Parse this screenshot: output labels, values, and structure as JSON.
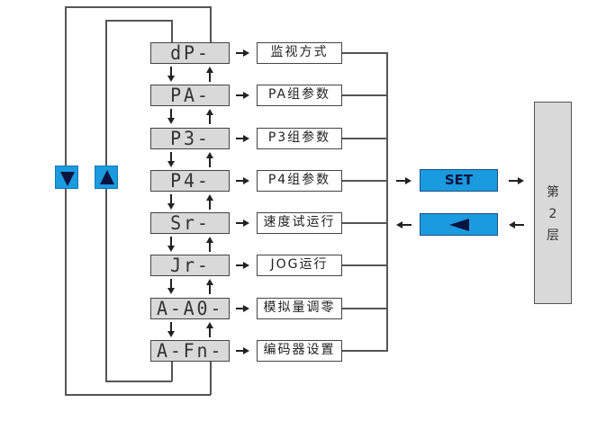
{
  "menu": [
    {
      "display": "dP-",
      "label": "监视方式"
    },
    {
      "display": "PA-",
      "label": "PA组参数"
    },
    {
      "display": "P3-",
      "label": "P3组参数"
    },
    {
      "display": "P4-",
      "label": "P4组参数"
    },
    {
      "display": "Sr-",
      "label": "速度试运行"
    },
    {
      "display": "Jr-",
      "label": "JOG运行"
    },
    {
      "display": "A-A0-",
      "label": "模拟量调零"
    },
    {
      "display": "A-Fn-",
      "label": "编码器设置"
    }
  ],
  "nav": {
    "down_icon": "triangle-down-icon",
    "up_icon": "triangle-up-icon"
  },
  "buttons": {
    "set_label": "SET",
    "back_icon": "triangle-left-icon"
  },
  "layer": {
    "lines": [
      "第",
      "2",
      "层"
    ]
  },
  "colors": {
    "button_blue": "#1a9be0",
    "display_gray": "#d9d9d9",
    "icon_dark": "#0b1440"
  }
}
